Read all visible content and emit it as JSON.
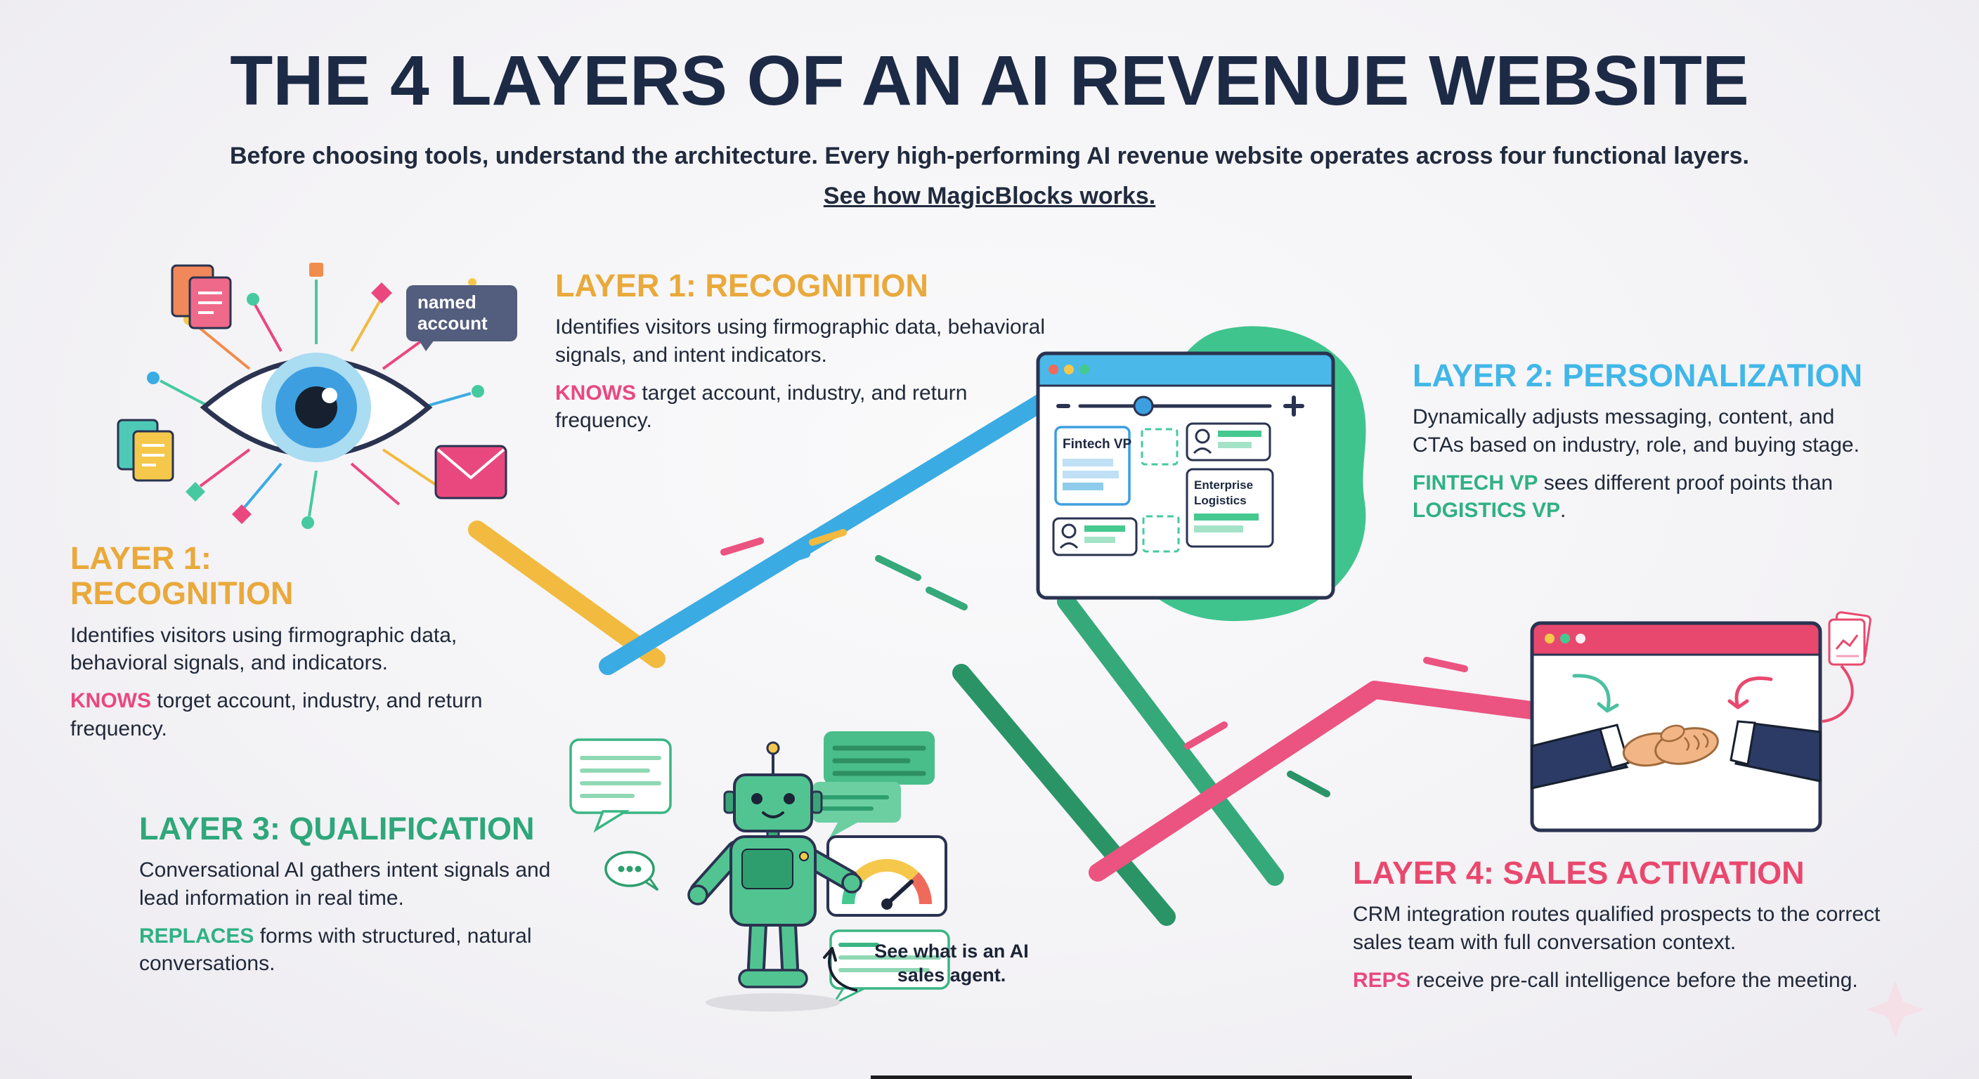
{
  "header": {
    "title": "THE 4 LAYERS OF AN AI REVENUE WEBSITE",
    "subtitle": "Before choosing tools, understand the architecture. Every high-performing AI revenue website operates across four functional layers.",
    "link": "See how MagicBlocks works."
  },
  "layer1_top": {
    "heading": "LAYER 1: RECOGNITION",
    "body": "Identifies visitors using firmographic data, behavioral signals, and intent indicators.",
    "keyword": "KNOWS",
    "keyword_rest": " target account, industry, and return frequency."
  },
  "layer1_left": {
    "heading_line1": "LAYER 1:",
    "heading_line2": "RECOGNITION",
    "body": "Identifies visitors using firmographic data, behavioral signals, and indicators.",
    "keyword": "KNOWS",
    "keyword_rest": " torget account, industry, and return frequency."
  },
  "layer2": {
    "heading": "LAYER 2: PERSONALIZATION",
    "body": "Dynamically adjusts messaging, content, and CTAs based on industry, role, and buying stage.",
    "keyword1": "FINTECH VP",
    "middle": " sees different proof points than ",
    "keyword2": "LOGISTICS VP",
    "end": "."
  },
  "layer3": {
    "heading": "LAYER 3: QUALIFICATION",
    "body": "Conversational AI gathers intent signals and lead information in real time.",
    "keyword": "REPLACES",
    "keyword_rest": " forms with structured, natural conversations."
  },
  "layer4": {
    "heading": "LAYER 4: SALES ACTIVATION",
    "body": "CRM integration routes qualified prospects to the correct sales team with full conversation context.",
    "keyword": "REPS",
    "keyword_rest": " receive pre-call intelligence before the meeting."
  },
  "illustrations": {
    "named_account_tag": "named account",
    "fintech_card": "Fintech VP",
    "enterprise_line1": "Enterprise",
    "enterprise_line2": "Logistics",
    "robot_caption": "See what is an AI sales agent."
  },
  "colors": {
    "layer1_accent": "#E9A93B",
    "layer2_accent": "#41B7E8",
    "layer3_accent": "#2EA77B",
    "layer4_accent": "#E9486E",
    "keyword_pink": "#E9487E",
    "keyword_green": "#2FB183",
    "title_color": "#1D2A45",
    "background": "#F5F4F6"
  }
}
